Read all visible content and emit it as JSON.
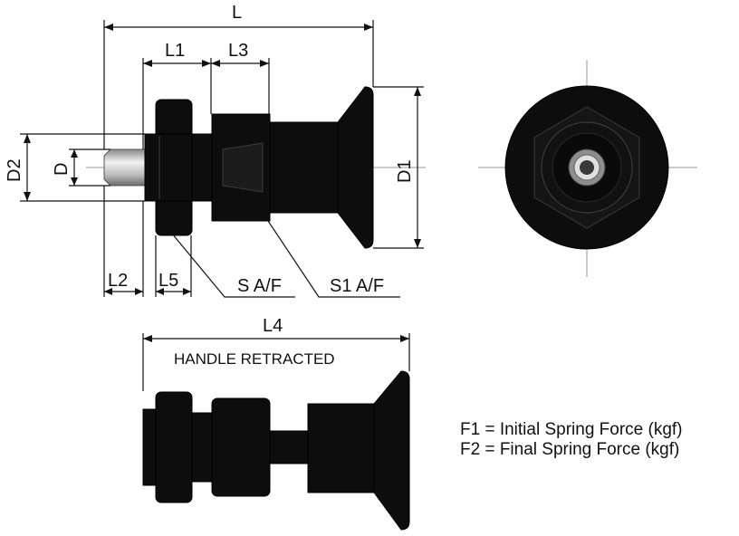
{
  "dimensions": {
    "L": "L",
    "L1": "L1",
    "L2": "L2",
    "L3": "L3",
    "L4": "L4",
    "L5": "L5",
    "D": "D",
    "D1": "D1",
    "D2": "D2",
    "S": "S A/F",
    "S1": "S1 A/F"
  },
  "annotations": {
    "handle_retracted": "HANDLE RETRACTED"
  },
  "legend": {
    "f1": "F1 = Initial Spring Force (kgf)",
    "f2": "F2 = Final Spring Force (kgf)"
  },
  "colors": {
    "part": "#0d0d0d",
    "pin": "#c9c9c9",
    "line": "#111111"
  }
}
